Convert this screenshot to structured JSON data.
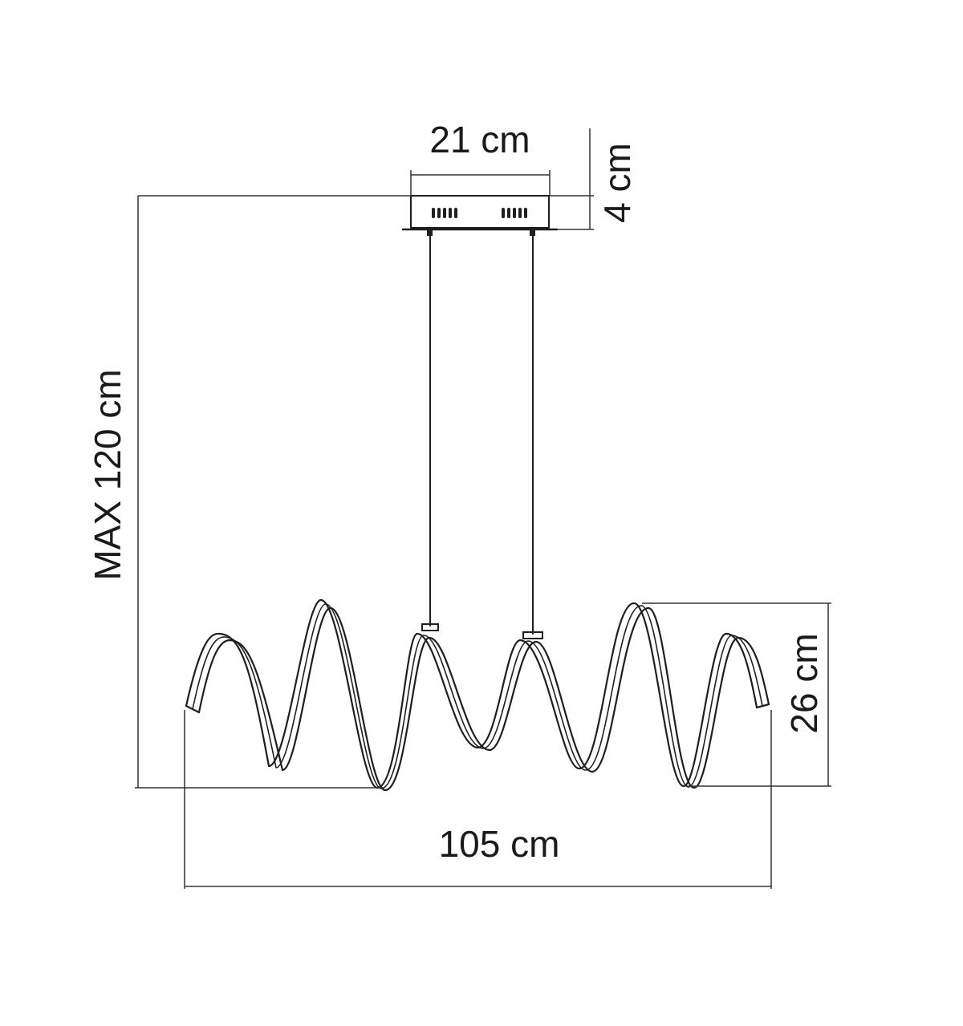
{
  "dimensions": {
    "canopy_width": "21 cm",
    "canopy_height": "4 cm",
    "max_height": "MAX 120 cm",
    "spiral_height": "26 cm",
    "total_width": "105 cm"
  },
  "colors": {
    "line": "#1f1f1f",
    "dimension_line": "#333333",
    "text": "#1a1a1a",
    "background": "#ffffff"
  }
}
